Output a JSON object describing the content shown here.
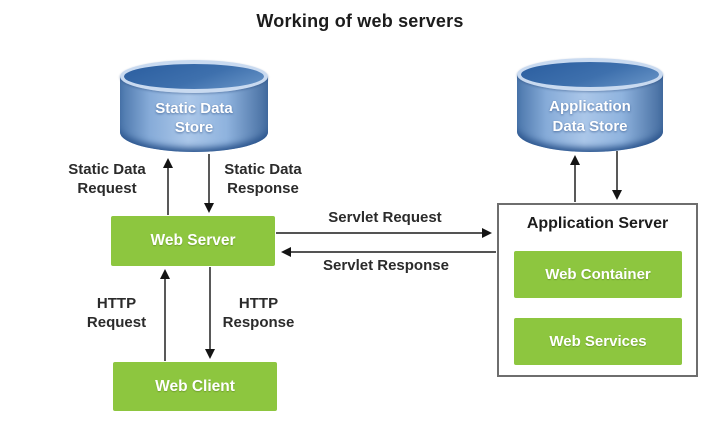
{
  "title": "Working of web servers",
  "nodes": {
    "staticDataStore": {
      "label": "Static Data\nStore",
      "shape": "cylinder"
    },
    "applicationDataStore": {
      "label": "Application\nData Store",
      "shape": "cylinder"
    },
    "webServer": {
      "label": "Web Server",
      "shape": "box"
    },
    "webClient": {
      "label": "Web Client",
      "shape": "box"
    },
    "applicationServer": {
      "label": "Application Server",
      "shape": "container"
    },
    "webContainer": {
      "label": "Web Container",
      "shape": "box"
    },
    "webServices": {
      "label": "Web Services",
      "shape": "box"
    }
  },
  "edges": {
    "staticDataRequest": {
      "label": "Static Data\nRequest",
      "direction": "up",
      "from": "webServer",
      "to": "staticDataStore"
    },
    "staticDataResponse": {
      "label": "Static Data\nResponse",
      "direction": "down",
      "from": "staticDataStore",
      "to": "webServer"
    },
    "servletRequest": {
      "label": "Servlet Request",
      "direction": "right",
      "from": "webServer",
      "to": "applicationServer"
    },
    "servletResponse": {
      "label": "Servlet Response",
      "direction": "left",
      "from": "applicationServer",
      "to": "webServer"
    },
    "httpRequest": {
      "label": "HTTP\nRequest",
      "direction": "up",
      "from": "webClient",
      "to": "webServer"
    },
    "httpResponse": {
      "label": "HTTP\nResponse",
      "direction": "down",
      "from": "webServer",
      "to": "webClient"
    },
    "appDataQuery": {
      "label": "",
      "direction": "up",
      "from": "applicationServer",
      "to": "applicationDataStore"
    },
    "appDataResult": {
      "label": "",
      "direction": "down",
      "from": "applicationDataStore",
      "to": "applicationServer"
    }
  },
  "colors": {
    "background": "#ffffff",
    "box_green": "#8dc63f",
    "box_text": "#ffffff",
    "title_text": "#1c1c1c",
    "label_text": "#2b2b2b",
    "arrow": "#3c3c3c",
    "arrowhead": "#141414",
    "app_server_border": "#6e6e6e",
    "app_server_bg": "#ffffff",
    "cylinder_top": "#3e70ad",
    "cylinder_rim_light": "#c9daf0",
    "cylinder_body_light": "#abc7e9",
    "cylinder_edge": "#4b76ab",
    "cylinder_shadow": "#2e578f"
  }
}
